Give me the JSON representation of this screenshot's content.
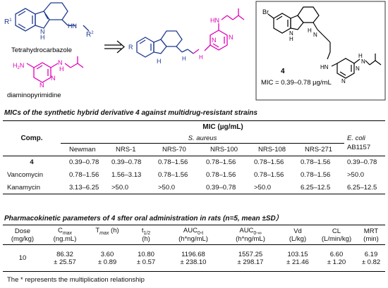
{
  "scheme": {
    "r1_label": "R",
    "r1_sup": "1",
    "r2_label": "R",
    "r2_sup": "2",
    "hn_label": "H",
    "n_label": "N",
    "nh_label": "NH",
    "br_label": "Br",
    "tetrahydrocarbazole_label": "Tetrahydrocarbazole",
    "diaminopyrimidine_label": "diaminopyrimidine",
    "compound_number": "4",
    "mic_label": "MIC = 0.39–0.78 µg/mL",
    "colors": {
      "blue": "#1f3b8f",
      "magenta": "#e000b8"
    }
  },
  "mic_section": {
    "title": "MICs of the synthetic hybrid derivative 4 against multidrug-resistant strains",
    "header_mic": "MIC (µg/mL)",
    "header_comp": "Comp.",
    "header_organism": "S. aureus",
    "header_ecoli": "E. coli",
    "header_ecoli_strain": "AB1157",
    "strains": [
      "Newman",
      "NRS-1",
      "NRS-70",
      "NRS-100",
      "NRS-108",
      "NRS-271"
    ],
    "rows": [
      {
        "name": "4",
        "values": [
          "0.39–0.78",
          "0.39–0.78",
          "0.78–1.56",
          "0.78–1.56",
          "0.78–1.56",
          "0.78–1.56",
          "0.39–0.78"
        ]
      },
      {
        "name": "Vancomycin",
        "values": [
          "0.78–1.56",
          "1.56–3.13",
          "0.78–1.56",
          "0.78–1.56",
          "0.78–1.56",
          "0.78–1.56",
          ">50.0"
        ]
      },
      {
        "name": "Kanamycin",
        "values": [
          "3.13–6.25",
          ">50.0",
          ">50.0",
          "0.39–0.78",
          ">50.0",
          "6.25–12.5",
          "6.25–12.5"
        ]
      }
    ]
  },
  "pk_section": {
    "title": "Pharmacokinetic parameters of 4 ѕfter oral administration in rats (n=5, mean ±SD）",
    "headers": {
      "dose": "Dose",
      "dose_unit": "(mg/kg)",
      "cmax_c": "C",
      "cmax_sub": "max",
      "cmax_unit": "(ng.mL)",
      "tmax_t": "T",
      "tmax_sub": "max",
      "tmax_unit": " (h)",
      "thalf_t": "t",
      "thalf_sub": "1/2",
      "thalf_unit": "(h)",
      "auc1": "AUC",
      "auc1_sub": "0-t",
      "auc1_unit": "(h*ng/mL)",
      "auc2": "AUC",
      "auc2_sub": "0-∞",
      "auc2_unit": "(h*ng/mL)",
      "vd": "Vd",
      "vd_unit": "(L/kg)",
      "cl": "CL",
      "cl_unit": "(L/min/kg)",
      "mrt": "MRT",
      "mrt_unit": "(min)"
    },
    "row": {
      "dose": "10",
      "cmax": [
        "86.32",
        "± 25.57"
      ],
      "tmax": [
        "3.60",
        "± 0.89"
      ],
      "thalf": [
        "10.80",
        "± 0.57"
      ],
      "auc1": [
        "1196.68",
        "± 238.10"
      ],
      "auc2": [
        "1557.25",
        "± 298.17"
      ],
      "vd": [
        "103.15",
        "± 21.46"
      ],
      "cl": [
        "6.60",
        "± 1.20"
      ],
      "mrt": [
        "6.19",
        "± 0.82"
      ]
    }
  },
  "footnote": "The * represents the multiplication relationship"
}
